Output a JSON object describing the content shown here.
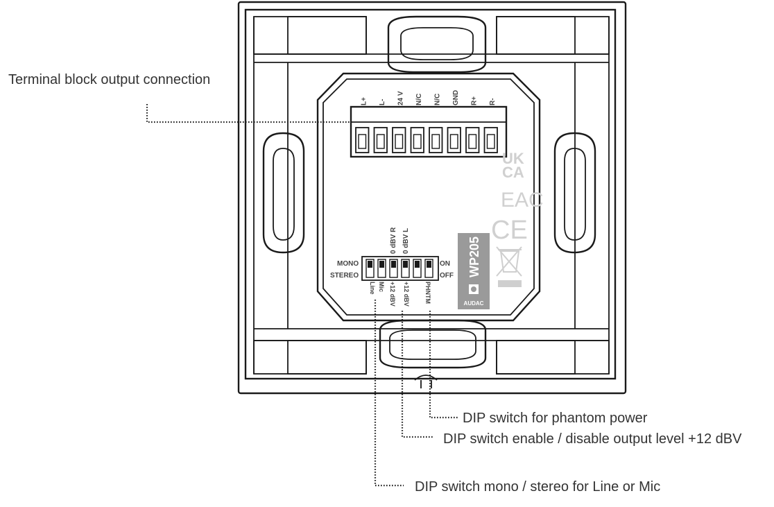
{
  "callouts": {
    "terminal_block": "Terminal block output connection",
    "phantom": "DIP switch for phantom power",
    "level": "DIP switch enable / disable output level +12 dBV",
    "mono_stereo": "DIP switch mono / stereo for Line or Mic"
  },
  "terminals": [
    "L+",
    "L-",
    "24 V",
    "N/C",
    "N/C",
    "GND",
    "R+",
    "R-"
  ],
  "dip": {
    "mono": "MONO",
    "stereo": "STEREO",
    "on": "ON",
    "off": "OFF",
    "top_labels": [
      "0 dBV R",
      "0 dBV L"
    ],
    "bottom_labels": [
      "Line",
      "Mic",
      "+12 dBV",
      "+12 dBV",
      "PHNTM"
    ]
  },
  "marks": {
    "model": "WP205",
    "brand": "AUDAC",
    "ukca_top": "UK",
    "ukca_bottom": "CA",
    "eac": "EAC",
    "ce": "CE"
  }
}
